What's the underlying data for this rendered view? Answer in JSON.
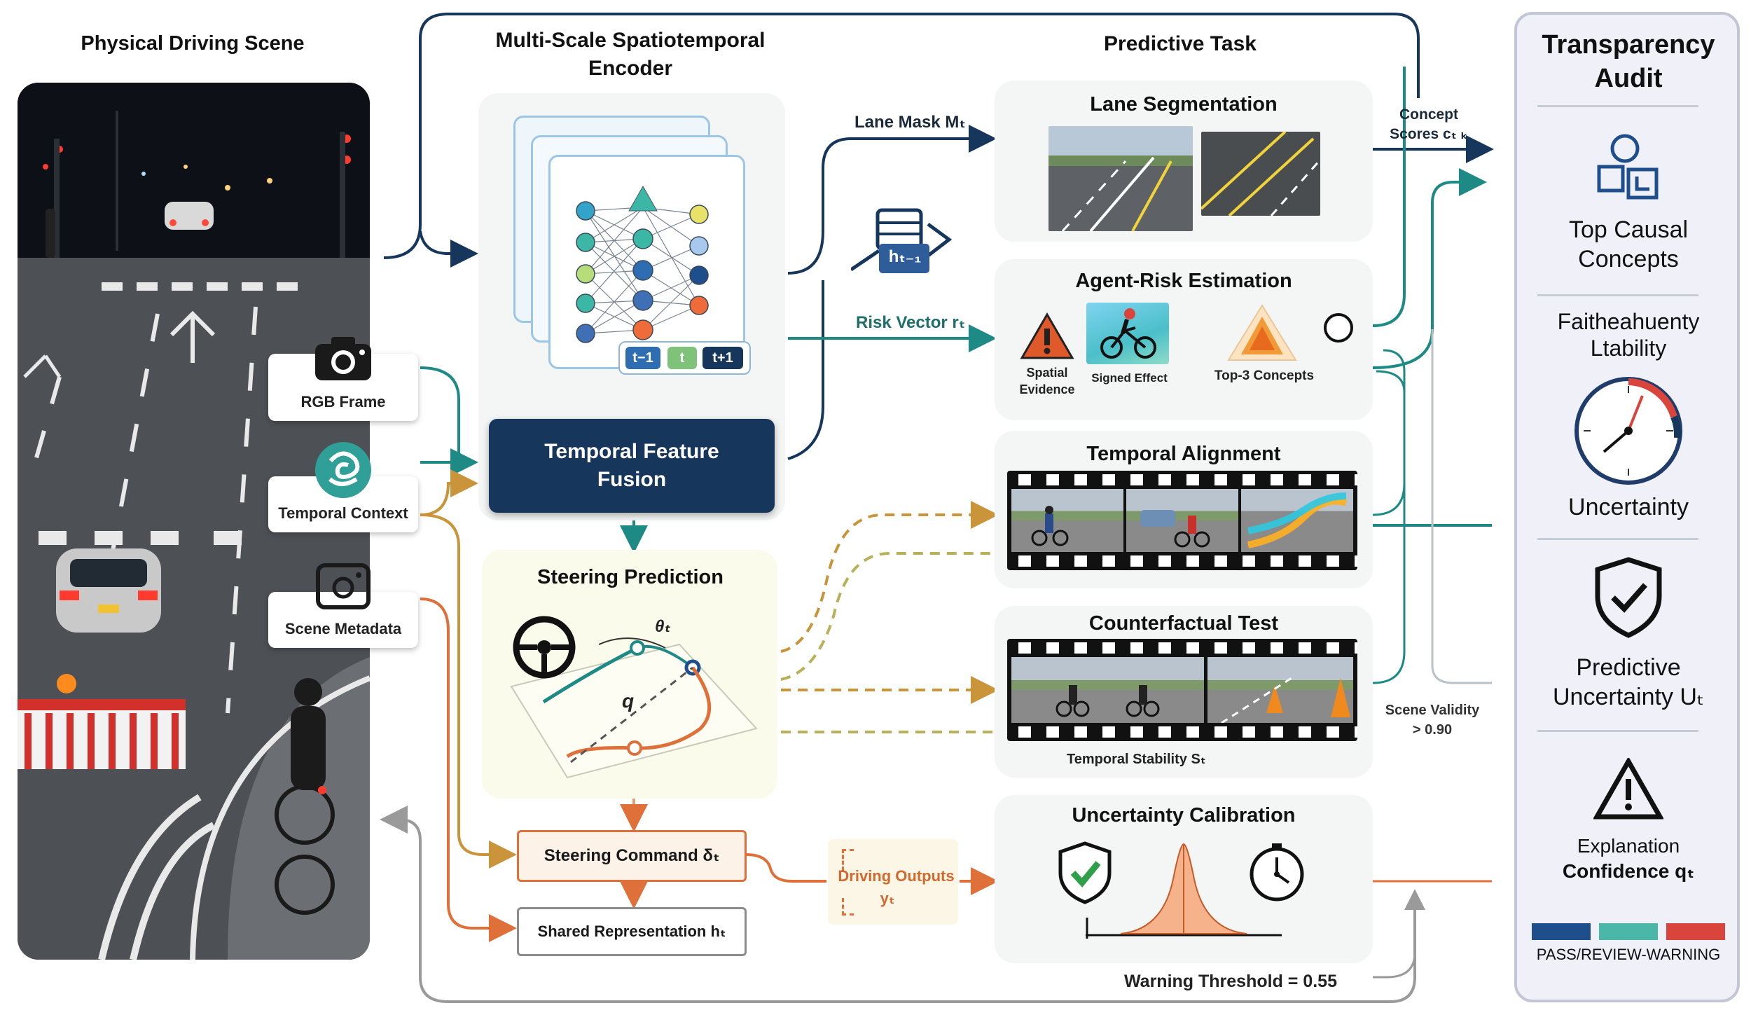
{
  "headers": {
    "physical_scene": "Physical Driving Scene",
    "encoder": "Multi-Scale Spatiotemporal Encoder",
    "predictive_task": "Predictive Task",
    "audit": "Transparency Audit"
  },
  "inputs": {
    "rgb_frame": "RGB Frame",
    "temporal_context": "Temporal Context",
    "scene_metadata": "Scene Metadata"
  },
  "encoder": {
    "time_tags": [
      "t−1",
      "t",
      "t+1"
    ],
    "fusion": "Temporal Feature Fusion",
    "hidden_state": "hₜ₋₁"
  },
  "steering": {
    "title": "Steering Prediction",
    "theta": "θₜ",
    "q": "q",
    "command": "Steering Command δₜ",
    "shared": "Shared Representation hₜ"
  },
  "edges": {
    "lane_mask": "Lane Mask Mₜ",
    "risk_vector": "Risk Vector rₜ",
    "concept_scores_1": "Concept",
    "concept_scores_2": "Scores cₜ ₖ",
    "driving_outputs_1": "Driving Outputs",
    "driving_outputs_2": "yₜ",
    "scene_validity_1": "Scene Validity",
    "scene_validity_2": "> 0.90",
    "warning": "Warning Threshold = 0.55"
  },
  "tasks": {
    "lane": "Lane Segmentation",
    "agent_risk": "Agent-Risk Estimation",
    "spatial_1": "Spatial",
    "spatial_2": "Evidence",
    "signed_effect": "Signed Effect",
    "top3": "Top-3 Concepts",
    "temporal_alignment": "Temporal Alignment",
    "counterfactual": "Counterfactual Test",
    "temporal_stability": "Temporal Stability Sₜ",
    "uncertainty_calibration": "Uncertainty Calibration"
  },
  "audit": {
    "top_causal_1": "Top Causal",
    "top_causal_2": "Concepts",
    "faith_1": "Faitheahuenty",
    "faith_2": "Ltability",
    "uncertainty": "Uncertainty",
    "pred_unc_1": "Predictive",
    "pred_unc_2": "Uncertainty Uₜ",
    "expl_1": "Explanation",
    "expl_2": "Confidence qₜ",
    "legend": "PASS/REVIEW-WARNING"
  },
  "colors": {
    "navy": "#16365c",
    "teal": "#1e8a86",
    "orange": "#e0703a",
    "gold": "#c9943a",
    "olive": "#b9b15a",
    "gray": "#9a9a9a",
    "legend_pass": "#1f4e8c",
    "legend_review": "#4bb7a8",
    "legend_warning": "#d9443d"
  }
}
